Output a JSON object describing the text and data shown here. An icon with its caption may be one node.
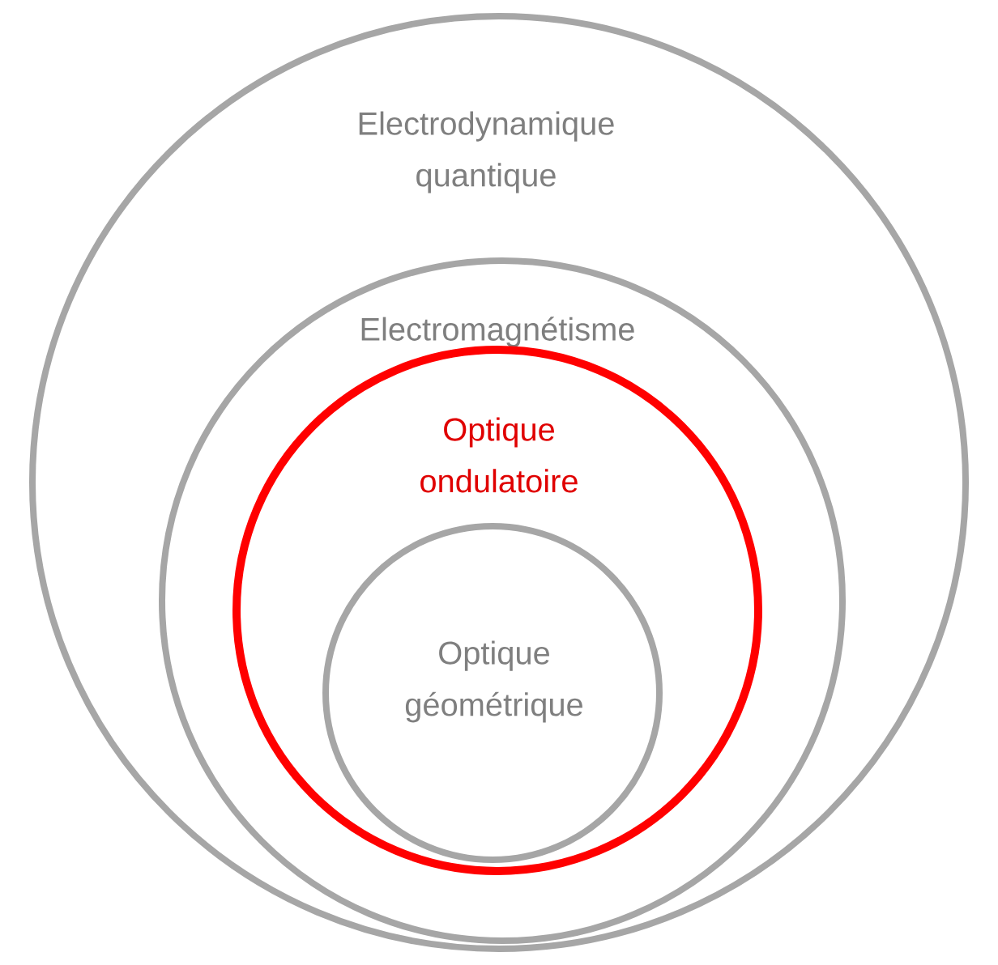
{
  "diagram": {
    "nodes": [
      {
        "text": [
          "Electrodynamique quantique"
        ]
      },
      {
        "text": [
          "Electromagnétisme"
        ],
        "in": 0
      },
      {
        "text": [
          "Optique ondulatoire"
        ],
        "in": 1
      },
      {
        "text": [
          "Optique géométrique"
        ],
        "in": 2
      }
    ]
  }
}
